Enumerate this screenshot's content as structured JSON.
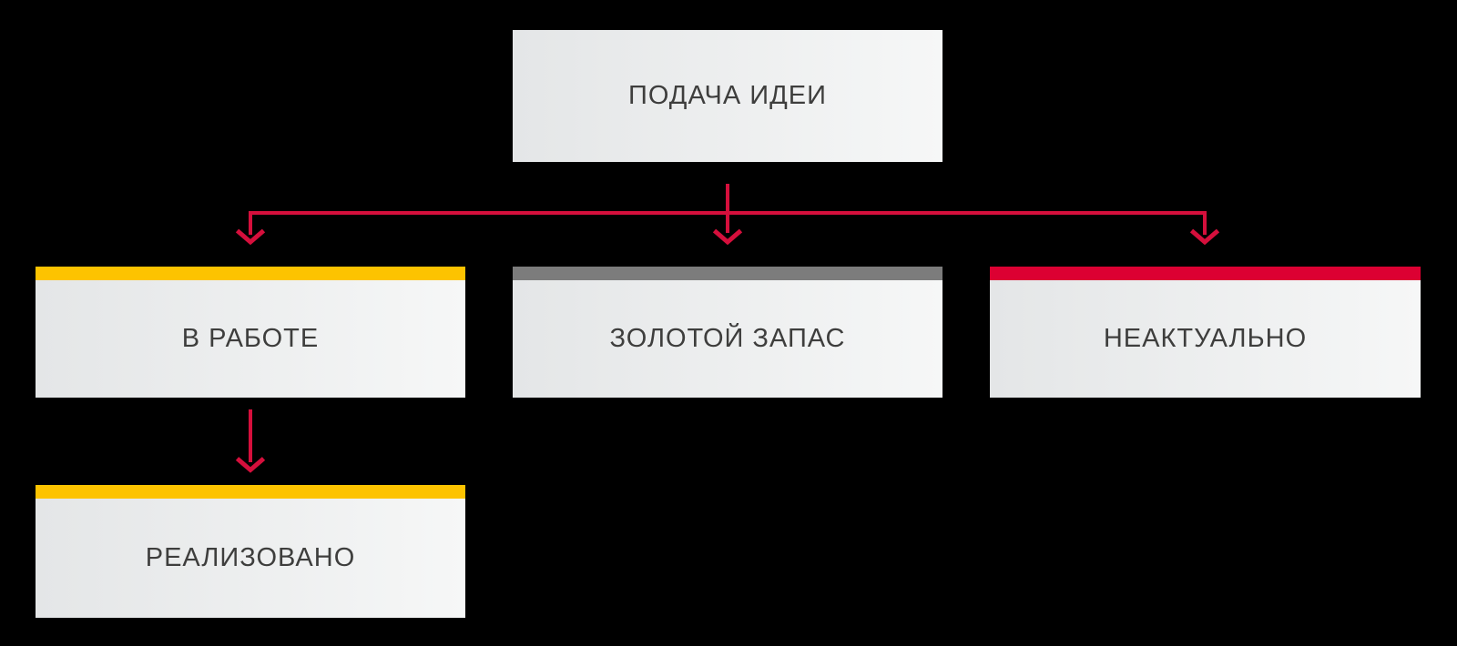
{
  "diagram": {
    "background": "#000000",
    "arrow_color": "#D50F3C",
    "text_color": "#3E3E3D",
    "box_gradient": [
      "#E4E6E7",
      "#F6F7F7"
    ],
    "nodes": [
      {
        "id": "idea",
        "label": "ПОДАЧА ИДЕИ",
        "accent": null
      },
      {
        "id": "in_progress",
        "label": "В РАБОТЕ",
        "accent": "#FDC300"
      },
      {
        "id": "gold_reserve",
        "label": "ЗОЛОТОЙ ЗАПАС",
        "accent": "#7C7C7C"
      },
      {
        "id": "irrelevant",
        "label": "НЕАКТУАЛЬНО",
        "accent": "#DC0032"
      },
      {
        "id": "implemented",
        "label": "РЕАЛИЗОВАНО",
        "accent": "#FDC300"
      }
    ],
    "edges": [
      {
        "from": "idea",
        "to": "in_progress"
      },
      {
        "from": "idea",
        "to": "gold_reserve"
      },
      {
        "from": "idea",
        "to": "irrelevant"
      },
      {
        "from": "in_progress",
        "to": "implemented"
      }
    ]
  }
}
